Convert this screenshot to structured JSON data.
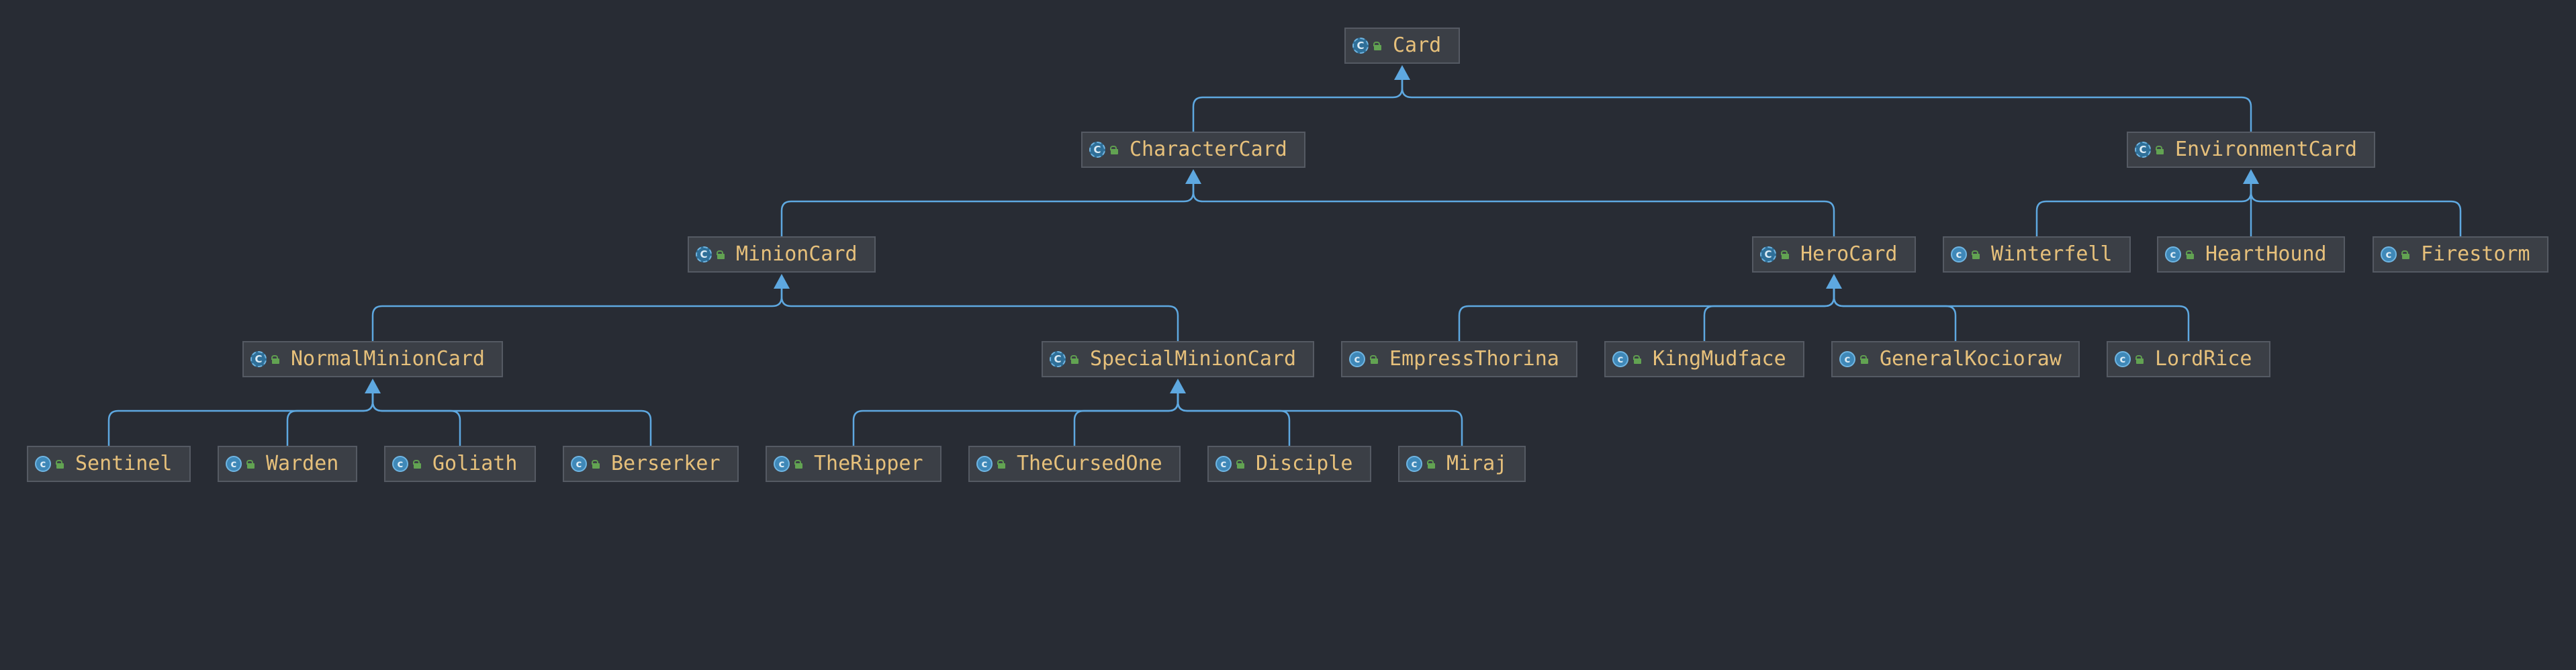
{
  "diagram": {
    "background": "#282c34",
    "edge_color": "#5ea8e0",
    "label_color": "#e6c07b",
    "class_icon": "class-c-icon",
    "visibility_icon": "public-lock-icon",
    "nodes": {
      "card": {
        "label": "Card",
        "kind": "abstract"
      },
      "character_card": {
        "label": "CharacterCard",
        "kind": "abstract"
      },
      "environment_card": {
        "label": "EnvironmentCard",
        "kind": "abstract"
      },
      "minion_card": {
        "label": "MinionCard",
        "kind": "abstract"
      },
      "hero_card": {
        "label": "HeroCard",
        "kind": "abstract"
      },
      "winterfell": {
        "label": "Winterfell",
        "kind": "class"
      },
      "hearthound": {
        "label": "HeartHound",
        "kind": "class"
      },
      "firestorm": {
        "label": "Firestorm",
        "kind": "class"
      },
      "normal_minion_card": {
        "label": "NormalMinionCard",
        "kind": "abstract"
      },
      "special_minion_card": {
        "label": "SpecialMinionCard",
        "kind": "abstract"
      },
      "empress_thorina": {
        "label": "EmpressThorina",
        "kind": "class"
      },
      "king_mudface": {
        "label": "KingMudface",
        "kind": "class"
      },
      "general_kocioraw": {
        "label": "GeneralKocioraw",
        "kind": "class"
      },
      "lord_rice": {
        "label": "LordRice",
        "kind": "class"
      },
      "sentinel": {
        "label": "Sentinel",
        "kind": "class"
      },
      "warden": {
        "label": "Warden",
        "kind": "class"
      },
      "goliath": {
        "label": "Goliath",
        "kind": "class"
      },
      "berserker": {
        "label": "Berserker",
        "kind": "class"
      },
      "the_ripper": {
        "label": "TheRipper",
        "kind": "class"
      },
      "the_cursed_one": {
        "label": "TheCursedOne",
        "kind": "class"
      },
      "disciple": {
        "label": "Disciple",
        "kind": "class"
      },
      "miraj": {
        "label": "Miraj",
        "kind": "class"
      }
    },
    "edges": [
      {
        "parent": "card",
        "children": [
          "character_card",
          "environment_card"
        ]
      },
      {
        "parent": "character_card",
        "children": [
          "minion_card",
          "hero_card"
        ]
      },
      {
        "parent": "environment_card",
        "children": [
          "winterfell",
          "hearthound",
          "firestorm"
        ]
      },
      {
        "parent": "minion_card",
        "children": [
          "normal_minion_card",
          "special_minion_card"
        ]
      },
      {
        "parent": "hero_card",
        "children": [
          "empress_thorina",
          "king_mudface",
          "general_kocioraw",
          "lord_rice"
        ]
      },
      {
        "parent": "normal_minion_card",
        "children": [
          "sentinel",
          "warden",
          "goliath",
          "berserker"
        ]
      },
      {
        "parent": "special_minion_card",
        "children": [
          "the_ripper",
          "the_cursed_one",
          "disciple",
          "miraj"
        ]
      }
    ]
  }
}
